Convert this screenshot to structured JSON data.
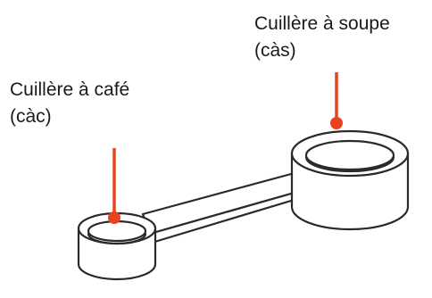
{
  "labels": {
    "soup": {
      "line1": "Cuillère à soupe",
      "line2": "(càs)"
    },
    "coffee": {
      "line1": "Cuillère à café",
      "line2": "(càc)"
    }
  },
  "colors": {
    "pointer": "#e8431f",
    "outline": "#2a2a2a",
    "fill": "#ffffff"
  }
}
